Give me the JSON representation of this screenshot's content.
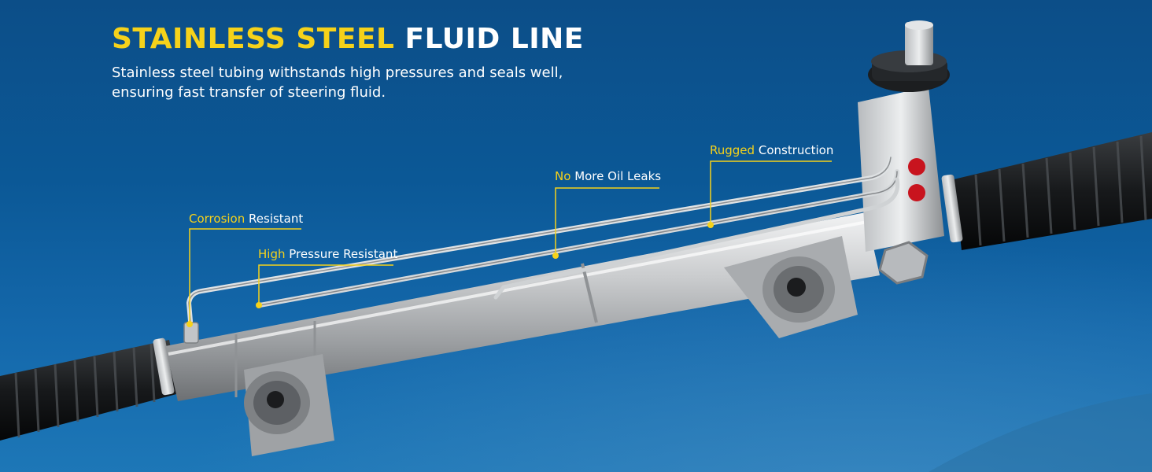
{
  "headline": {
    "accent": "STAINLESS STEEL",
    "rest": "FLUID LINE"
  },
  "subtitle": {
    "line1": "Stainless steel tubing withstands high pressures and seals well,",
    "line2": "ensuring fast transfer of steering fluid."
  },
  "callouts": [
    {
      "accent": "Corrosion",
      "rest": "Resistant"
    },
    {
      "accent": "High",
      "rest": "Pressure Resistant"
    },
    {
      "accent": "No",
      "rest": "More Oil Leaks"
    },
    {
      "accent": "Rugged",
      "rest": "Construction"
    }
  ],
  "colors": {
    "accent": "#f6d21a",
    "text": "#ffffff",
    "background": "#0b5896"
  }
}
